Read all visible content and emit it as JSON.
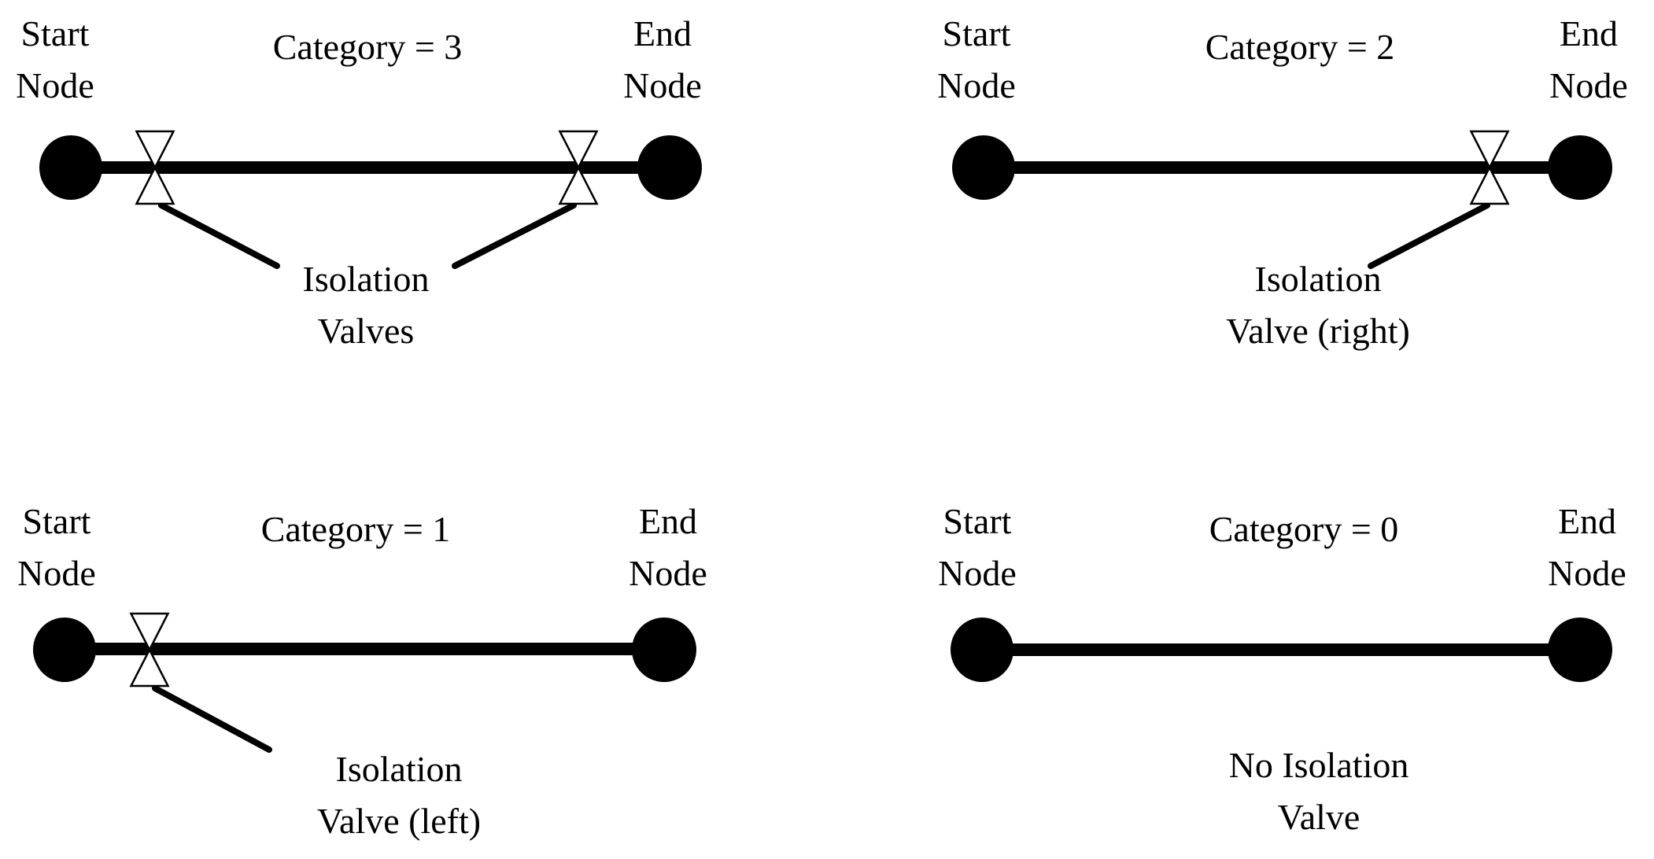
{
  "colors": {
    "ink": "#000000",
    "background": "#ffffff"
  },
  "quadrants": [
    {
      "id": "category-3",
      "category_label": "Category = 3",
      "start_node": {
        "line1": "Start",
        "line2": "Node"
      },
      "end_node": {
        "line1": "End",
        "line2": "Node"
      },
      "annotation": {
        "line1": "Isolation",
        "line2": "Valves"
      },
      "valve_positions": "left and right"
    },
    {
      "id": "category-2",
      "category_label": "Category = 2",
      "start_node": {
        "line1": "Start",
        "line2": "Node"
      },
      "end_node": {
        "line1": "End",
        "line2": "Node"
      },
      "annotation": {
        "line1": "Isolation",
        "line2": "Valve (right)"
      },
      "valve_positions": "right only"
    },
    {
      "id": "category-1",
      "category_label": "Category = 1",
      "start_node": {
        "line1": "Start",
        "line2": "Node"
      },
      "end_node": {
        "line1": "End",
        "line2": "Node"
      },
      "annotation": {
        "line1": "Isolation",
        "line2": "Valve (left)"
      },
      "valve_positions": "left only"
    },
    {
      "id": "category-0",
      "category_label": "Category = 0",
      "start_node": {
        "line1": "Start",
        "line2": "Node"
      },
      "end_node": {
        "line1": "End",
        "line2": "Node"
      },
      "annotation": {
        "line1": "No Isolation",
        "line2": "Valve"
      },
      "valve_positions": "none"
    }
  ]
}
